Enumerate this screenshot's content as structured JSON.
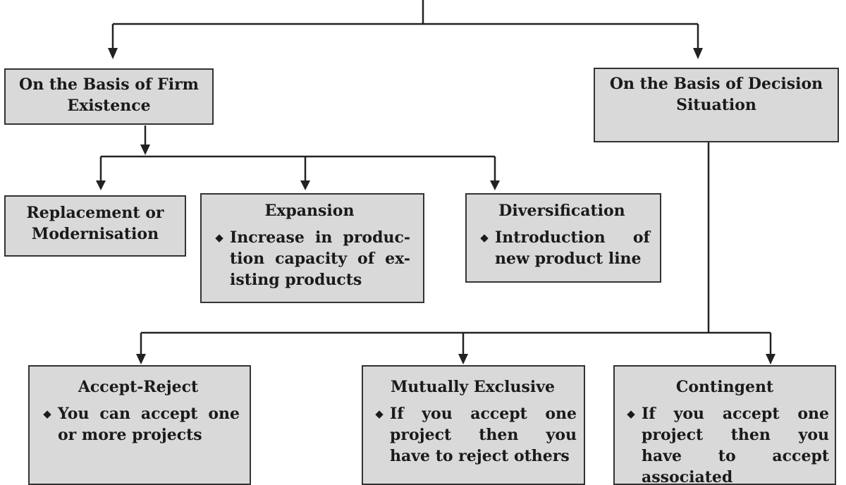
{
  "level1": {
    "firm_existence": {
      "title": "On the Basis of Firm Existence"
    },
    "decision_situation": {
      "title": "On the Basis of Decision Situation"
    }
  },
  "firm_existence_children": [
    {
      "title": "Replacement or Modernisation"
    },
    {
      "title": "Expansion",
      "item": "Increase in produc-tion capacity of ex-isting products"
    },
    {
      "title": "Diversification",
      "item": "Introduction of new product line"
    }
  ],
  "decision_children": [
    {
      "title": "Accept-Reject",
      "item": "You can accept one or more projects"
    },
    {
      "title": "Mutually Exclusive",
      "item": "If you accept one project then you have to reject others"
    },
    {
      "title": "Contingent",
      "item": "If you accept one project then you have to accept associated"
    }
  ],
  "bullet_glyph": "◆",
  "colors": {
    "box_fill": "#d9d9d9",
    "line": "#222222"
  }
}
